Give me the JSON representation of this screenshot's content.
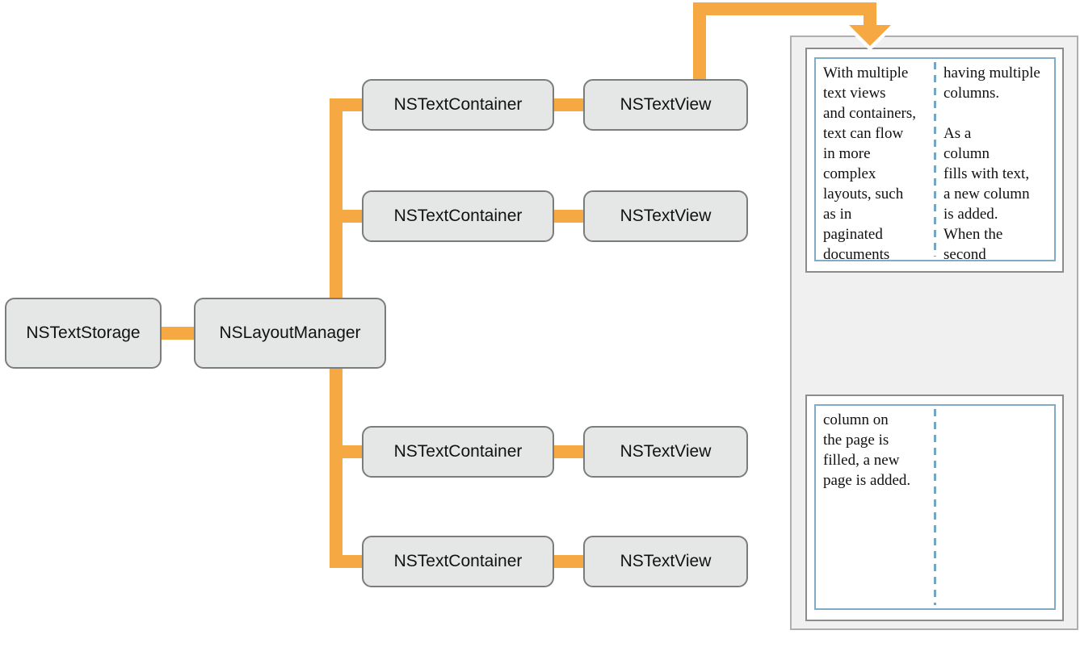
{
  "colors": {
    "connector": "#F6A843",
    "box_fill": "#E5E6E6",
    "box_border": "#7C7C7C",
    "panel_fill": "#F0F0F0",
    "panel_border": "#AFAFAF",
    "page_bg": "#FFFFFF",
    "page_border": "#8C8C8C",
    "page_inner_border": "#82ABC8",
    "divider": "#74A5C9",
    "text": "#111111"
  },
  "nodes": {
    "storage": "NSTextStorage",
    "manager": "NSLayoutManager",
    "container1": "NSTextContainer",
    "container2": "NSTextContainer",
    "container3": "NSTextContainer",
    "container4": "NSTextContainer",
    "view1": "NSTextView",
    "view2": "NSTextView",
    "view3": "NSTextView",
    "view4": "NSTextView"
  },
  "pages": {
    "page1": {
      "left_column_lines": [
        "With multiple",
        "text views",
        "and containers,",
        "text can flow",
        "in more",
        "complex",
        "layouts, such",
        "as in",
        "paginated",
        "documents"
      ],
      "right_column_lines": [
        "having multiple",
        "columns.",
        "",
        "As a",
        "column",
        "fills with text,",
        "a new column",
        "is added.",
        "When the",
        "second"
      ]
    },
    "page2": {
      "left_column_lines": [
        "column on",
        "the page is",
        "filled, a new",
        "page is added."
      ],
      "right_column_lines": []
    }
  }
}
